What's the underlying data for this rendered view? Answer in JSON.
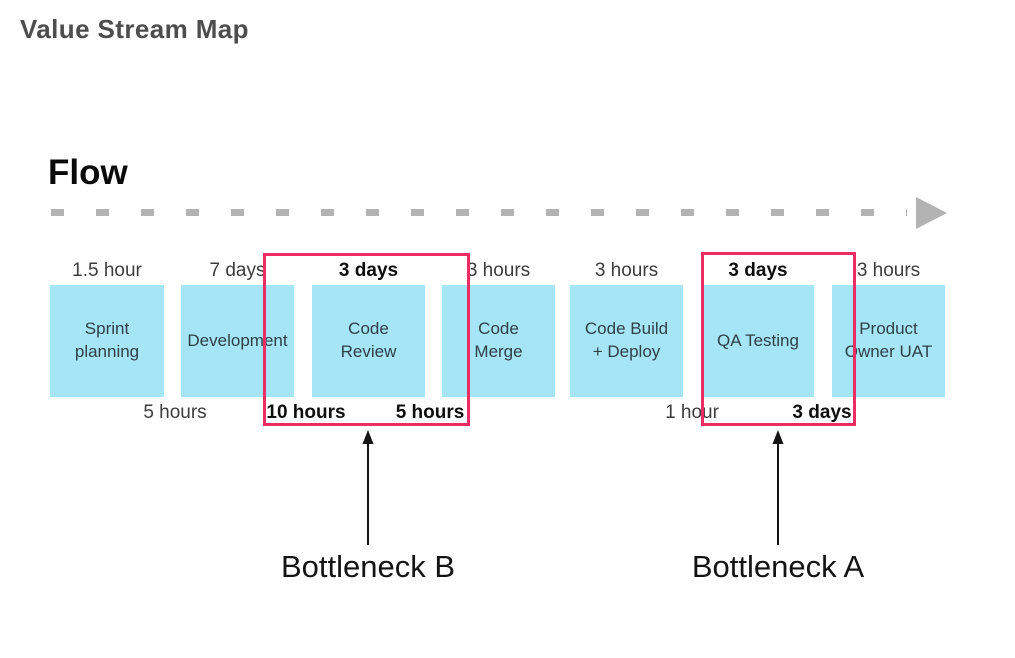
{
  "title": "Value Stream Map",
  "flow": {
    "heading": "Flow"
  },
  "stages": [
    {
      "name": "Sprint planning",
      "box_label": "Sprint\nplanning",
      "process_time": "1.5 hour"
    },
    {
      "name": "Development",
      "box_label": "Development",
      "process_time": "7 days"
    },
    {
      "name": "Code Review",
      "box_label": "Code\nReview",
      "process_time": "3 days"
    },
    {
      "name": "Code Merge",
      "box_label": "Code\nMerge",
      "process_time": "3 hours"
    },
    {
      "name": "Code Build + Deploy",
      "box_label": "Code Build\n+ Deploy",
      "process_time": "3 hours"
    },
    {
      "name": "QA Testing",
      "box_label": "QA Testing",
      "process_time": "3 days"
    },
    {
      "name": "Product Owner UAT",
      "box_label": "Product\nOwner UAT",
      "process_time": "3 hours"
    }
  ],
  "wait_times": [
    {
      "text": "5 hours",
      "between": "Sprint planning / Development"
    },
    {
      "text": "10 hours",
      "between": "Development / Code Review"
    },
    {
      "text": "5 hours",
      "between": "Code Review / Code Merge"
    },
    {
      "text": "1 hour",
      "between": "Code Build + Deploy / QA Testing"
    },
    {
      "text": "3 days",
      "between": "QA Testing / Product Owner UAT"
    }
  ],
  "bottlenecks": [
    {
      "label": "Bottleneck B",
      "highlights": "Code Review"
    },
    {
      "label": "Bottleneck A",
      "highlights": "QA Testing"
    }
  ],
  "colors": {
    "stage_fill": "#A5E5F5",
    "stage_text": "#2E3F48",
    "bottleneck_outline": "#EB2D63",
    "flow_line": "#B3B3B3",
    "flow_heading_text": "#0A0A0A",
    "title_text": "#4D4D4D",
    "label_text": "#3D3D3D",
    "bold_label_text": "#0E0E0E",
    "bottleneck_label_text": "#141414"
  }
}
